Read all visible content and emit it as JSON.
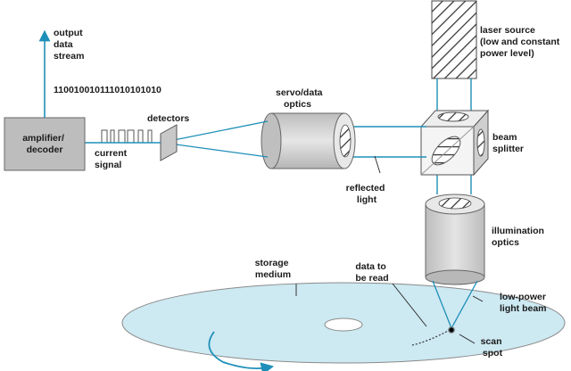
{
  "labels": {
    "output_line1": "output",
    "output_line2": "data",
    "output_line3": "stream",
    "bitstream": "110010010111010101010",
    "amp_line1": "amplifier/",
    "amp_line2": "decoder",
    "detectors": "detectors",
    "current_line1": "current",
    "current_line2": "signal",
    "servo_line1": "servo/data",
    "servo_line2": "optics",
    "laser_line1": "laser source",
    "laser_line2": "(low and constant",
    "laser_line3": "power level)",
    "beam_line1": "beam",
    "beam_line2": "splitter",
    "reflected_line1": "reflected",
    "reflected_line2": "light",
    "illum_line1": "illumination",
    "illum_line2": "optics",
    "storage_line1": "storage",
    "storage_line2": "medium",
    "data_line1": "data to",
    "data_line2": "be read",
    "lowpower_line1": "low-power",
    "lowpower_line2": "light beam",
    "scan_line1": "scan",
    "scan_line2": "spot"
  },
  "colors": {
    "beam": "#1e8fb8",
    "disk_fill": "#cde9f2",
    "lens_gray": "#cfcfcf",
    "dark_gray": "#8a8a8a",
    "text": "#1a1a1a"
  }
}
